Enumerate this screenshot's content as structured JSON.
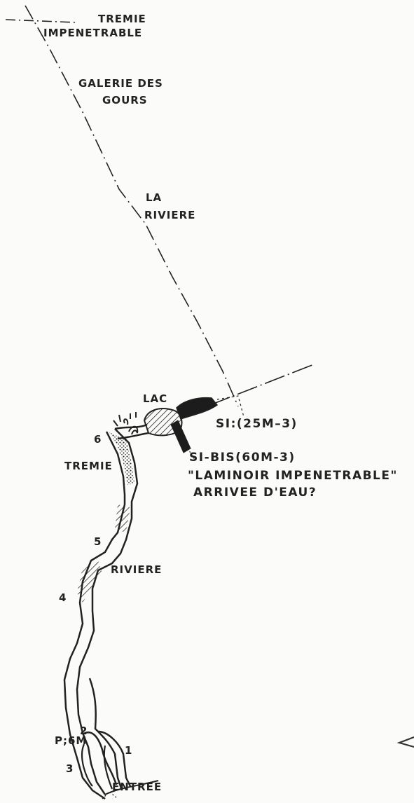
{
  "labels": {
    "tremie_impenetrable_line1": "TREMIE",
    "tremie_impenetrable_line2": "IMPENETRABLE",
    "galerie_line1": "GALERIE DES",
    "galerie_line2": "GOURS",
    "la_riviere_line1": "LA",
    "la_riviere_line2": "RIVIERE",
    "lac": "LAC",
    "s1": "SI:(25M–3)",
    "s1_bis": "SI-BIS(60M-3)",
    "laminoir": "\"LAMINOIR  IMPENETRABLE\"",
    "arrivee": "ARRIVEE D'EAU?",
    "tremie": "TREMIE",
    "riviere": "RIVIERE",
    "pit": "P;6M",
    "entree": "ENTREE",
    "stations": [
      "1",
      "2",
      "3",
      "4",
      "5",
      "6"
    ]
  },
  "colors": {
    "ink": "#222222",
    "paper": "#fbfbfa"
  }
}
